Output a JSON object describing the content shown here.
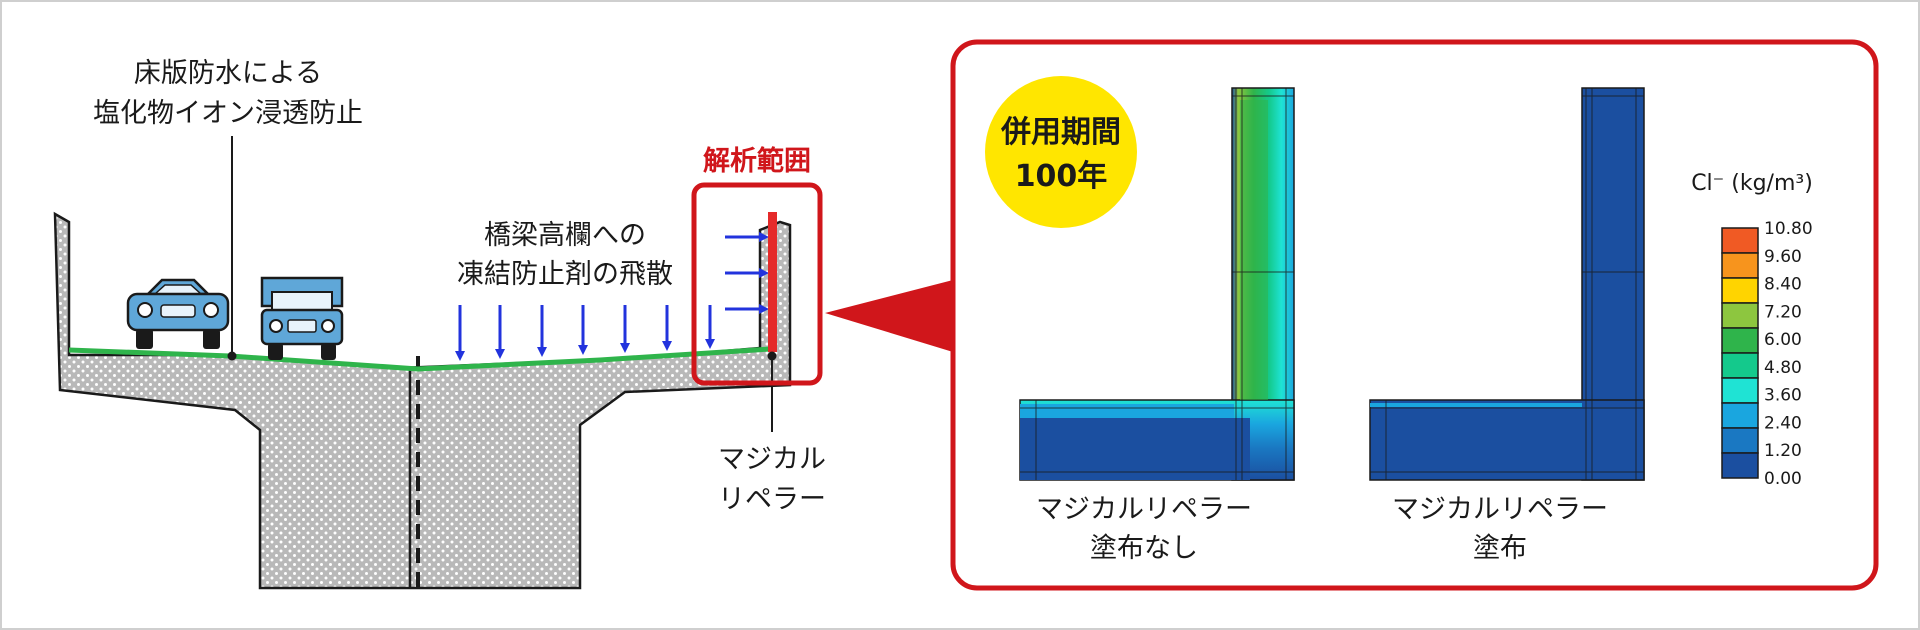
{
  "left": {
    "waterproofing_label": [
      "床版防水による",
      "塩化物イオン浸透防止"
    ],
    "deicer_label": [
      "橋梁高欄への",
      "凍結防止剤の飛散"
    ],
    "analysis_range_label": "解析範囲",
    "product_label": [
      "マジカル",
      "リペラー"
    ]
  },
  "right": {
    "badge": [
      "併用期間",
      "100年"
    ],
    "caption_without": [
      "マジカルリペラー",
      "塗布なし"
    ],
    "caption_with": [
      "マジカルリペラー",
      "塗布"
    ]
  },
  "legend": {
    "title": "Cl⁻ (kg/m³)",
    "ticks": [
      "10.80",
      "9.60",
      "8.40",
      "7.20",
      "6.00",
      "4.80",
      "3.60",
      "2.40",
      "1.20",
      "0.00"
    ],
    "colors": [
      "#f05a24",
      "#f7941d",
      "#ffd400",
      "#8dc63f",
      "#2fb44b",
      "#14c98c",
      "#1fe3d4",
      "#1aa6df",
      "#1a78c2",
      "#1b4fa0"
    ]
  },
  "colors": {
    "accent_red": "#d0161b",
    "deck_green": "#2fb44b",
    "arrow_blue": "#2233dd",
    "badge_yellow": "#ffe600",
    "concrete_blue": "#1b4fa0"
  }
}
